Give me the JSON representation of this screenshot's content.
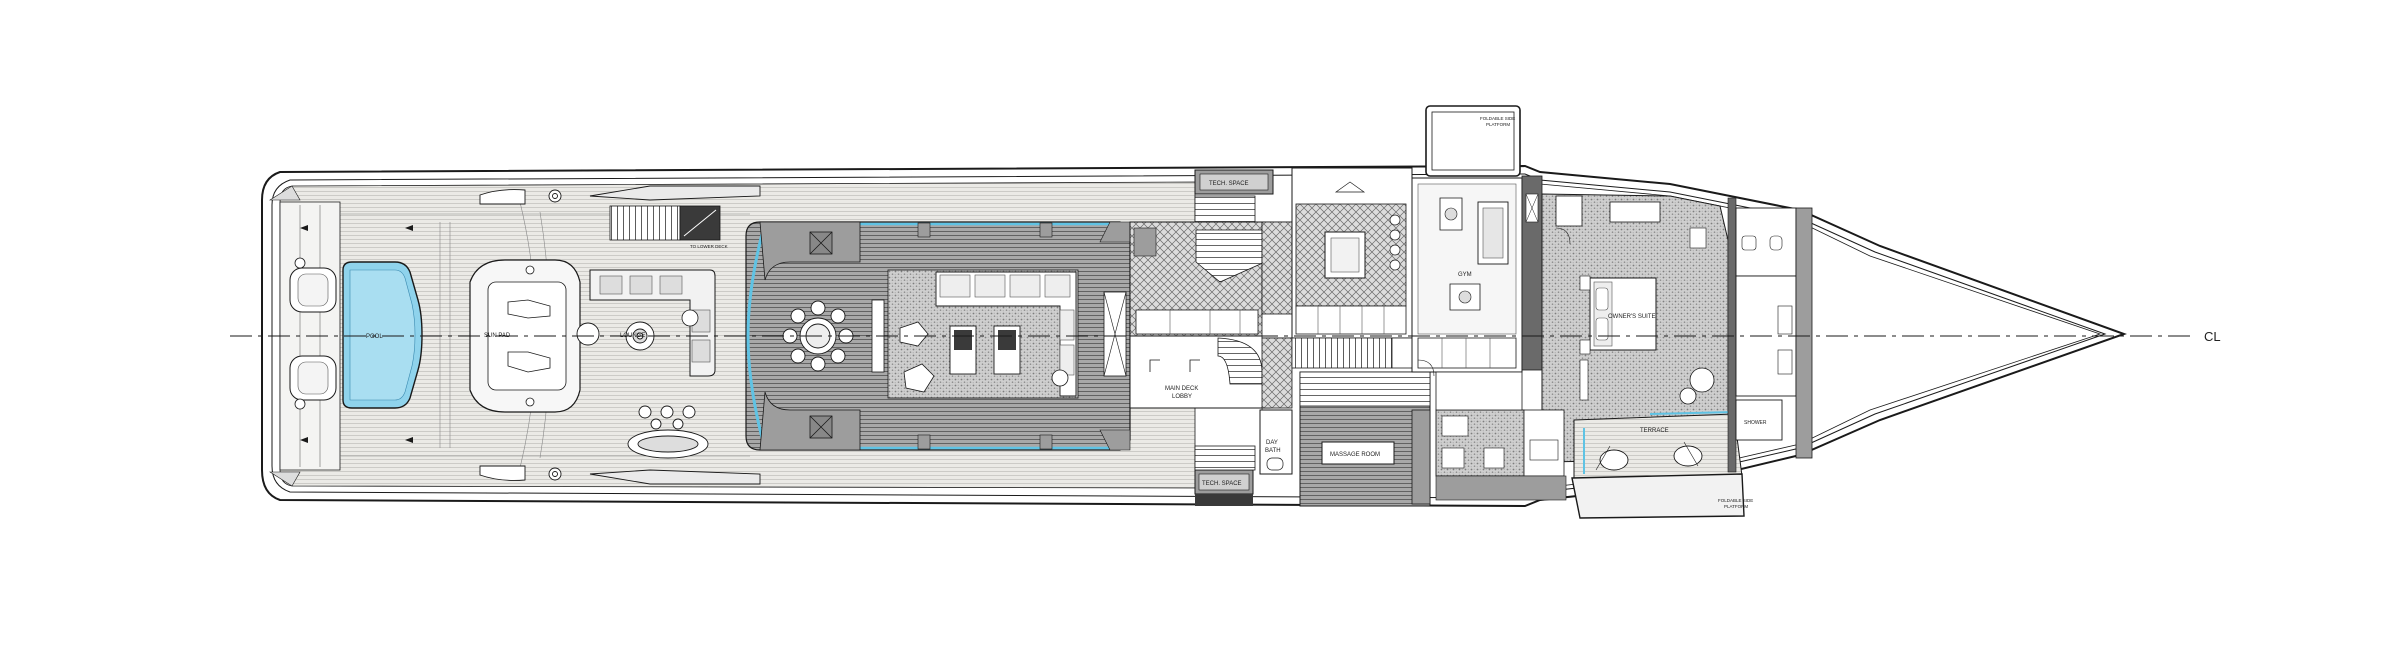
{
  "labels": {
    "pool": "POOL",
    "sun_pad": "SUN PAD",
    "lounge": "LOUNGE",
    "tech_space_top": "TECH. SPACE",
    "tech_space_bottom": "TECH. SPACE",
    "main_deck_lobby_l1": "MAIN DECK",
    "main_deck_lobby_l2": "LOBBY",
    "day_bath_l1": "DAY",
    "day_bath_l2": "BATH",
    "massage_room": "MASSAGE ROOM",
    "gym": "GYM",
    "owners_suite": "OWNER'S SUITE",
    "terrace": "TERRACE",
    "shower": "SHOWER",
    "foldable_platform_top_l1": "FOLDABLE SIDE",
    "foldable_platform_top_l2": "PLATFORM",
    "foldable_platform_bottom_l1": "FOLDABLE SIDE",
    "foldable_platform_bottom_l2": "PLATFORM",
    "stair_to_lower": "TO LOWER DECK",
    "centerline": "CL"
  },
  "colors": {
    "hull_line": "#1a1a1a",
    "deck_teak": "#e9e8e4",
    "interior_floor": "#c9c9c9",
    "wall_fill": "#9d9d9d",
    "pool_water": "#8fd3ec",
    "glass": "#5fc3e4",
    "carpet": "#bdbdbd"
  }
}
